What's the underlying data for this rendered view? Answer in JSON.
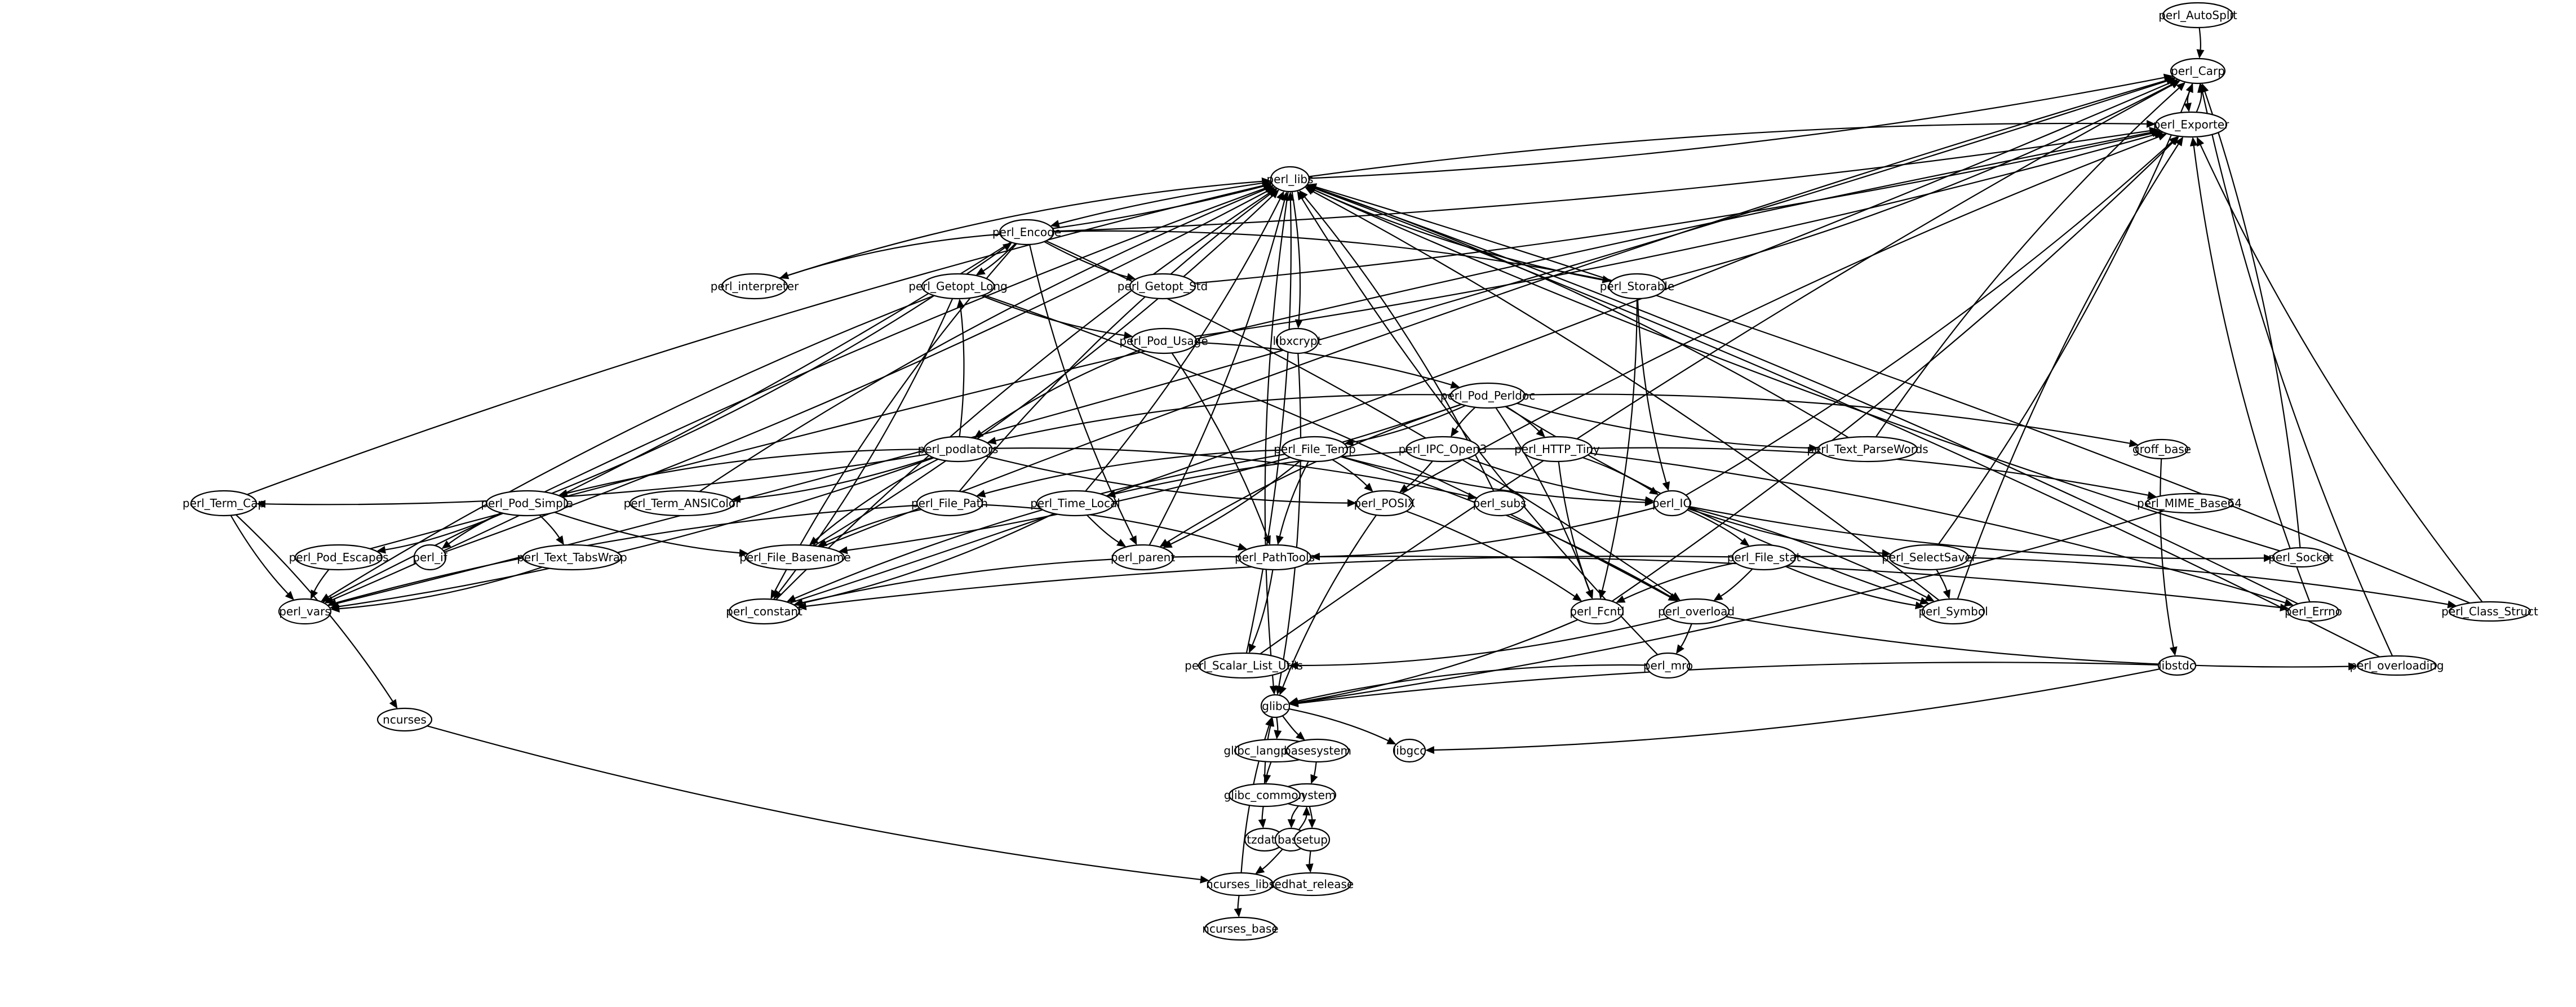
{
  "title": "Package dependency graph",
  "nodes": [
    {
      "id": "perl_AutoSplit",
      "label": "perl_AutoSplit"
    },
    {
      "id": "perl_Carp",
      "label": "perl_Carp"
    },
    {
      "id": "perl_Exporter",
      "label": "perl_Exporter"
    },
    {
      "id": "perl_libs",
      "label": "perl_libs"
    },
    {
      "id": "perl_Encode",
      "label": "perl_Encode"
    },
    {
      "id": "perl_interpreter",
      "label": "perl_interpreter"
    },
    {
      "id": "perl_Getopt_Long",
      "label": "perl_Getopt_Long"
    },
    {
      "id": "perl_Getopt_Std",
      "label": "perl_Getopt_Std"
    },
    {
      "id": "perl_Storable",
      "label": "perl_Storable"
    },
    {
      "id": "perl_Pod_Usage",
      "label": "perl_Pod_Usage"
    },
    {
      "id": "libxcrypt",
      "label": "libxcrypt"
    },
    {
      "id": "perl_Pod_Perldoc",
      "label": "perl_Pod_Perldoc"
    },
    {
      "id": "perl_podlators",
      "label": "perl_podlators"
    },
    {
      "id": "perl_File_Temp",
      "label": "perl_File_Temp"
    },
    {
      "id": "perl_IPC_Open3",
      "label": "perl_IPC_Open3"
    },
    {
      "id": "perl_HTTP_Tiny",
      "label": "perl_HTTP_Tiny"
    },
    {
      "id": "perl_Text_ParseWords",
      "label": "perl_Text_ParseWords"
    },
    {
      "id": "groff_base",
      "label": "groff_base"
    },
    {
      "id": "perl_Term_Cap",
      "label": "perl_Term_Cap"
    },
    {
      "id": "perl_Pod_Simple",
      "label": "perl_Pod_Simple"
    },
    {
      "id": "perl_Term_ANSIColor",
      "label": "perl_Term_ANSIColor"
    },
    {
      "id": "perl_File_Path",
      "label": "perl_File_Path"
    },
    {
      "id": "perl_Time_Local",
      "label": "perl_Time_Local"
    },
    {
      "id": "perl_POSIX",
      "label": "perl_POSIX"
    },
    {
      "id": "perl_subs",
      "label": "perl_subs"
    },
    {
      "id": "perl_IO",
      "label": "perl_IO"
    },
    {
      "id": "perl_MIME_Base64",
      "label": "perl_MIME_Base64"
    },
    {
      "id": "perl_Pod_Escapes",
      "label": "perl_Pod_Escapes"
    },
    {
      "id": "perl_if",
      "label": "perl_if"
    },
    {
      "id": "perl_Text_TabsWrap",
      "label": "perl_Text_TabsWrap"
    },
    {
      "id": "perl_File_Basename",
      "label": "perl_File_Basename"
    },
    {
      "id": "perl_parent",
      "label": "perl_parent"
    },
    {
      "id": "perl_PathTools",
      "label": "perl_PathTools"
    },
    {
      "id": "perl_File_stat",
      "label": "perl_File_stat"
    },
    {
      "id": "perl_SelectSaver",
      "label": "perl_SelectSaver"
    },
    {
      "id": "perl_Socket",
      "label": "perl_Socket"
    },
    {
      "id": "perl_vars",
      "label": "perl_vars"
    },
    {
      "id": "perl_constant",
      "label": "perl_constant"
    },
    {
      "id": "perl_Fcntl",
      "label": "perl_Fcntl"
    },
    {
      "id": "perl_overload",
      "label": "perl_overload"
    },
    {
      "id": "perl_Symbol",
      "label": "perl_Symbol"
    },
    {
      "id": "perl_Errno",
      "label": "perl_Errno"
    },
    {
      "id": "perl_Class_Struct",
      "label": "perl_Class_Struct"
    },
    {
      "id": "perl_Scalar_List_Utils",
      "label": "perl_Scalar_List_Utils"
    },
    {
      "id": "perl_mro",
      "label": "perl_mro"
    },
    {
      "id": "libstdc",
      "label": "libstdc"
    },
    {
      "id": "perl_overloading",
      "label": "perl_overloading"
    },
    {
      "id": "ncurses",
      "label": "ncurses"
    },
    {
      "id": "glibc",
      "label": "glibc"
    },
    {
      "id": "glibc_langpack_en",
      "label": "glibc_langpack_en"
    },
    {
      "id": "basesystem",
      "label": "basesystem"
    },
    {
      "id": "libgcc",
      "label": "libgcc"
    },
    {
      "id": "filesystem",
      "label": "filesystem"
    },
    {
      "id": "glibc_common",
      "label": "glibc_common"
    },
    {
      "id": "tzdata",
      "label": "tzdata"
    },
    {
      "id": "bash",
      "label": "bash"
    },
    {
      "id": "setup",
      "label": "setup"
    },
    {
      "id": "ncurses_libs",
      "label": "ncurses_libs"
    },
    {
      "id": "redhat_release",
      "label": "redhat_release"
    },
    {
      "id": "ncurses_base",
      "label": "ncurses_base"
    }
  ],
  "edges": [
    [
      "perl_AutoSplit",
      "perl_Carp"
    ],
    [
      "perl_Carp",
      "perl_Exporter"
    ],
    [
      "perl_Exporter",
      "perl_Carp"
    ],
    [
      "perl_libs",
      "perl_Carp"
    ],
    [
      "perl_libs",
      "perl_Exporter"
    ],
    [
      "perl_libs",
      "perl_Encode"
    ],
    [
      "perl_libs",
      "libxcrypt"
    ],
    [
      "perl_libs",
      "glibc"
    ],
    [
      "perl_Encode",
      "perl_libs"
    ],
    [
      "perl_Encode",
      "perl_interpreter"
    ],
    [
      "perl_Encode",
      "perl_Getopt_Long"
    ],
    [
      "perl_Encode",
      "perl_Getopt_Std"
    ],
    [
      "perl_Encode",
      "perl_Storable"
    ],
    [
      "perl_Encode",
      "perl_parent"
    ],
    [
      "perl_Encode",
      "perl_overload"
    ],
    [
      "perl_Encode",
      "perl_constant"
    ],
    [
      "perl_Encode",
      "perl_vars"
    ],
    [
      "perl_Encode",
      "perl_Exporter"
    ],
    [
      "perl_interpreter",
      "perl_libs"
    ],
    [
      "perl_Getopt_Long",
      "perl_Pod_Usage"
    ],
    [
      "perl_Getopt_Long",
      "perl_constant"
    ],
    [
      "perl_Getopt_Long",
      "perl_vars"
    ],
    [
      "perl_Getopt_Long",
      "perl_overload"
    ],
    [
      "perl_Getopt_Std",
      "perl_Exporter"
    ],
    [
      "perl_Storable",
      "perl_libs"
    ],
    [
      "perl_Storable",
      "perl_Carp"
    ],
    [
      "perl_Storable",
      "perl_Fcntl"
    ],
    [
      "perl_Storable",
      "perl_IO"
    ],
    [
      "perl_Pod_Usage",
      "perl_Pod_Perldoc"
    ],
    [
      "perl_Pod_Usage",
      "perl_podlators"
    ],
    [
      "perl_Pod_Usage",
      "perl_PathTools"
    ],
    [
      "perl_Pod_Usage",
      "perl_Exporter"
    ],
    [
      "libxcrypt",
      "glibc"
    ],
    [
      "perl_Pod_Perldoc",
      "perl_podlators"
    ],
    [
      "perl_Pod_Perldoc",
      "perl_File_Temp"
    ],
    [
      "perl_Pod_Perldoc",
      "perl_IPC_Open3"
    ],
    [
      "perl_Pod_Perldoc",
      "perl_HTTP_Tiny"
    ],
    [
      "perl_Pod_Perldoc",
      "perl_Text_ParseWords"
    ],
    [
      "perl_Pod_Perldoc",
      "groff_base"
    ],
    [
      "perl_Pod_Perldoc",
      "perl_Symbol"
    ],
    [
      "perl_Pod_Perldoc",
      "perl_File_Basename"
    ],
    [
      "perl_Pod_Perldoc",
      "perl_parent"
    ],
    [
      "perl_Pod_Perldoc",
      "perl_Fcntl"
    ],
    [
      "perl_podlators",
      "perl_Getopt_Long"
    ],
    [
      "perl_podlators",
      "perl_Term_Cap"
    ],
    [
      "perl_podlators",
      "perl_Pod_Simple"
    ],
    [
      "perl_podlators",
      "perl_Term_ANSIColor"
    ],
    [
      "perl_podlators",
      "perl_POSIX"
    ],
    [
      "perl_podlators",
      "perl_subs"
    ],
    [
      "perl_podlators",
      "perl_File_Basename"
    ],
    [
      "perl_podlators",
      "perl_vars"
    ],
    [
      "perl_File_Temp",
      "perl_File_Path"
    ],
    [
      "perl_File_Temp",
      "perl_POSIX"
    ],
    [
      "perl_File_Temp",
      "perl_PathTools"
    ],
    [
      "perl_File_Temp",
      "perl_parent"
    ],
    [
      "perl_File_Temp",
      "perl_IO"
    ],
    [
      "perl_File_Temp",
      "perl_overload"
    ],
    [
      "perl_File_Temp",
      "perl_constant"
    ],
    [
      "perl_IPC_Open3",
      "perl_POSIX"
    ],
    [
      "perl_IPC_Open3",
      "perl_IO"
    ],
    [
      "perl_HTTP_Tiny",
      "perl_IO"
    ],
    [
      "perl_HTTP_Tiny",
      "perl_Time_Local"
    ],
    [
      "perl_HTTP_Tiny",
      "perl_MIME_Base64"
    ],
    [
      "perl_HTTP_Tiny",
      "perl_Fcntl"
    ],
    [
      "perl_HTTP_Tiny",
      "perl_Errno"
    ],
    [
      "perl_Text_ParseWords",
      "perl_libs"
    ],
    [
      "perl_Text_ParseWords",
      "perl_Carp"
    ],
    [
      "groff_base",
      "libstdc"
    ],
    [
      "perl_Term_Cap",
      "perl_libs"
    ],
    [
      "perl_Term_Cap",
      "perl_vars"
    ],
    [
      "perl_Term_Cap",
      "ncurses"
    ],
    [
      "perl_Pod_Simple",
      "perl_Encode"
    ],
    [
      "perl_Pod_Simple",
      "perl_Pod_Escapes"
    ],
    [
      "perl_Pod_Simple",
      "perl_if"
    ],
    [
      "perl_Pod_Simple",
      "perl_Text_TabsWrap"
    ],
    [
      "perl_Pod_Simple",
      "perl_File_Basename"
    ],
    [
      "perl_Term_ANSIColor",
      "perl_libs"
    ],
    [
      "perl_File_Path",
      "perl_File_Basename"
    ],
    [
      "perl_File_Path",
      "perl_PathTools"
    ],
    [
      "perl_File_Path",
      "perl_vars"
    ],
    [
      "perl_File_Path",
      "perl_libs"
    ],
    [
      "perl_Time_Local",
      "perl_parent"
    ],
    [
      "perl_Time_Local",
      "perl_constant"
    ],
    [
      "perl_Time_Local",
      "perl_libs"
    ],
    [
      "perl_POSIX",
      "perl_Fcntl"
    ],
    [
      "perl_POSIX",
      "glibc"
    ],
    [
      "perl_POSIX",
      "perl_Exporter"
    ],
    [
      "perl_subs",
      "perl_libs"
    ],
    [
      "perl_IO",
      "perl_File_stat"
    ],
    [
      "perl_IO",
      "perl_SelectSaver"
    ],
    [
      "perl_IO",
      "perl_Symbol"
    ],
    [
      "perl_IO",
      "perl_Socket"
    ],
    [
      "perl_IO",
      "perl_PathTools"
    ],
    [
      "perl_IO",
      "perl_Exporter"
    ],
    [
      "perl_MIME_Base64",
      "glibc"
    ],
    [
      "perl_Pod_Escapes",
      "perl_vars"
    ],
    [
      "perl_Pod_Escapes",
      "perl_Exporter"
    ],
    [
      "perl_if",
      "perl_libs"
    ],
    [
      "perl_Text_TabsWrap",
      "perl_vars"
    ],
    [
      "perl_File_Basename",
      "perl_libs"
    ],
    [
      "perl_File_Basename",
      "perl_Carp"
    ],
    [
      "perl_parent",
      "perl_libs"
    ],
    [
      "perl_PathTools",
      "perl_Scalar_List_Utils"
    ],
    [
      "perl_PathTools",
      "perl_constant"
    ],
    [
      "perl_PathTools",
      "perl_Errno"
    ],
    [
      "perl_File_stat",
      "perl_Fcntl"
    ],
    [
      "perl_File_stat",
      "perl_overload"
    ],
    [
      "perl_File_stat",
      "perl_Symbol"
    ],
    [
      "perl_File_stat",
      "perl_Class_Struct"
    ],
    [
      "perl_File_stat",
      "perl_constant"
    ],
    [
      "perl_SelectSaver",
      "perl_Symbol"
    ],
    [
      "perl_SelectSaver",
      "perl_Carp"
    ],
    [
      "perl_Socket",
      "perl_libs"
    ],
    [
      "perl_Socket",
      "perl_Carp"
    ],
    [
      "perl_vars",
      "perl_libs"
    ],
    [
      "perl_vars",
      "perl_Carp"
    ],
    [
      "perl_constant",
      "perl_libs"
    ],
    [
      "perl_constant",
      "perl_Carp"
    ],
    [
      "perl_Fcntl",
      "glibc"
    ],
    [
      "perl_Fcntl",
      "perl_Exporter"
    ],
    [
      "perl_overload",
      "perl_mro"
    ],
    [
      "perl_overload",
      "perl_overloading"
    ],
    [
      "perl_overload",
      "perl_Scalar_List_Utils"
    ],
    [
      "perl_Symbol",
      "perl_libs"
    ],
    [
      "perl_Symbol",
      "perl_Exporter"
    ],
    [
      "perl_Errno",
      "perl_libs"
    ],
    [
      "perl_Errno",
      "perl_Exporter"
    ],
    [
      "perl_Class_Struct",
      "perl_libs"
    ],
    [
      "perl_Class_Struct",
      "perl_Exporter"
    ],
    [
      "perl_Scalar_List_Utils",
      "perl_libs"
    ],
    [
      "perl_Scalar_List_Utils",
      "perl_Carp"
    ],
    [
      "perl_mro",
      "glibc"
    ],
    [
      "perl_mro",
      "perl_libs"
    ],
    [
      "libstdc",
      "glibc"
    ],
    [
      "libstdc",
      "libgcc"
    ],
    [
      "perl_overloading",
      "perl_libs"
    ],
    [
      "perl_overloading",
      "perl_Carp"
    ],
    [
      "ncurses",
      "ncurses_libs"
    ],
    [
      "glibc",
      "glibc_langpack_en"
    ],
    [
      "glibc",
      "basesystem"
    ],
    [
      "glibc",
      "libgcc"
    ],
    [
      "glibc_langpack_en",
      "glibc_common"
    ],
    [
      "glibc_common",
      "glibc"
    ],
    [
      "glibc_common",
      "tzdata"
    ],
    [
      "basesystem",
      "filesystem"
    ],
    [
      "filesystem",
      "bash"
    ],
    [
      "filesystem",
      "setup"
    ],
    [
      "bash",
      "filesystem"
    ],
    [
      "bash",
      "ncurses_libs"
    ],
    [
      "setup",
      "redhat_release"
    ],
    [
      "ncurses_libs",
      "glibc"
    ],
    [
      "ncurses_libs",
      "ncurses_base"
    ]
  ]
}
